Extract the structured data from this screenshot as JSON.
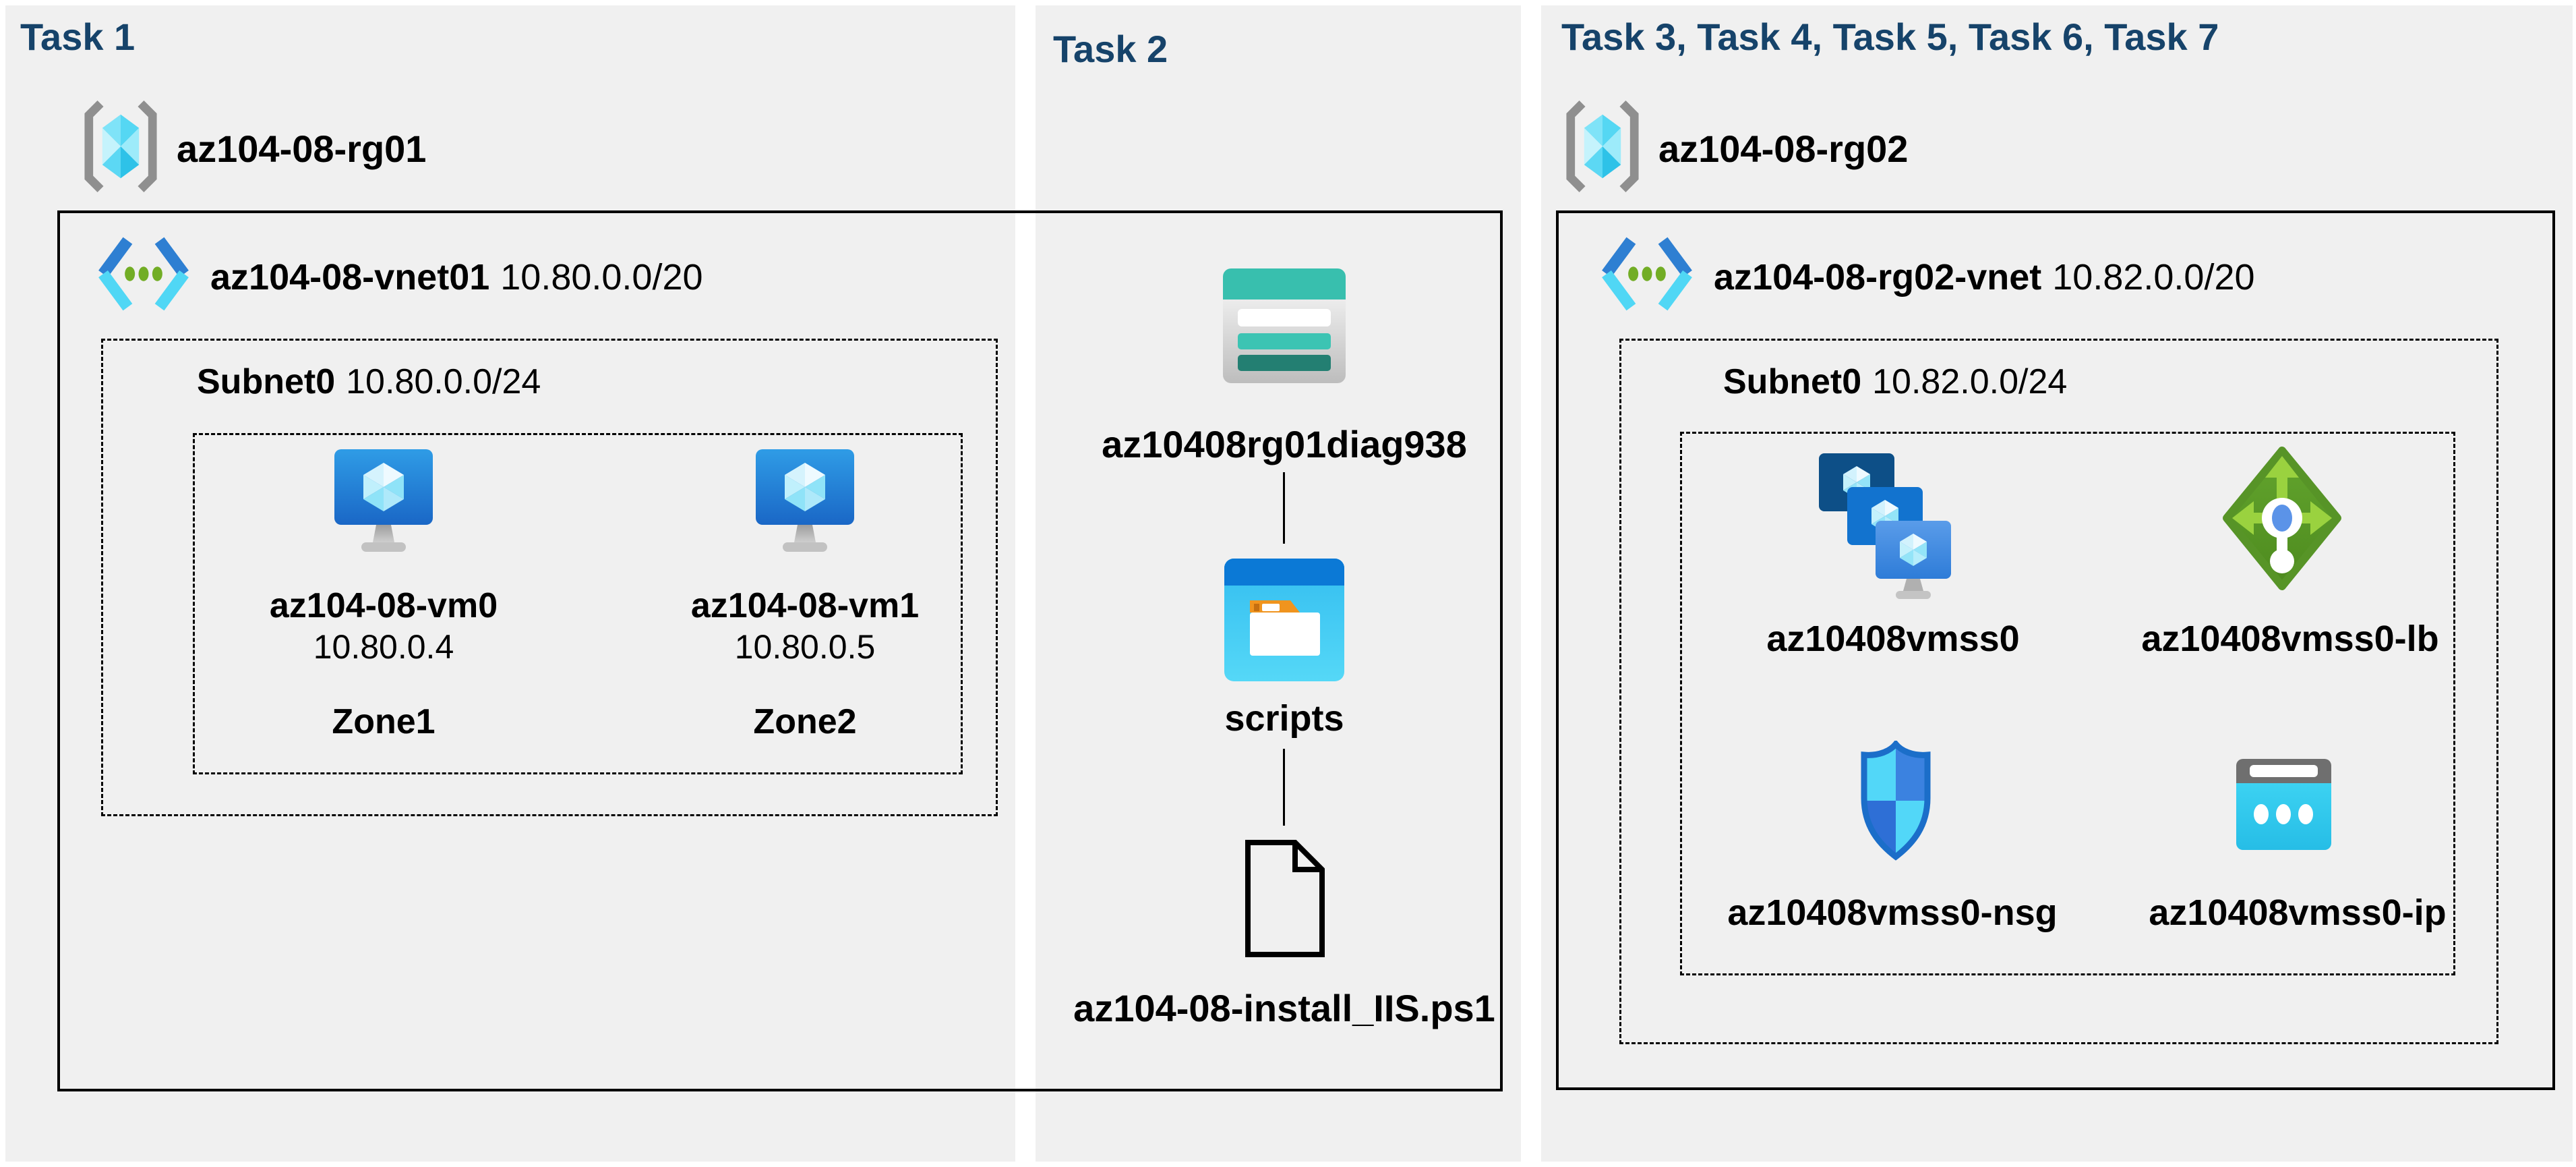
{
  "colors": {
    "page_background": "#ffffff",
    "panel_background": "#f0f0f0",
    "heading_text": "#16436a",
    "label_text": "#000000",
    "box_border": "#000000",
    "vnet_blue": "#2e7fd2",
    "vnet_cyan": "#50d7f5",
    "vnet_green_dots": "#72ad25",
    "vm_screen_blue": "#1f7ed8",
    "storage_teal": "#38bfae",
    "storage_dark_teal": "#237f72",
    "folder_orange": "#f0941e",
    "lb_green": "#579427",
    "nsg_blue": "#1b6ec9",
    "ip_cyan": "#2fc9ee"
  },
  "panels": [
    {
      "title": "Task 1",
      "resource_group": {
        "name": "az104-08-rg01"
      },
      "vnet": {
        "name": "az104-08-vnet01",
        "address_space": "10.80.0.0/20"
      },
      "subnet": {
        "name": "Subnet0",
        "address_range": "10.80.0.0/24"
      },
      "vms": [
        {
          "name": "az104-08-vm0",
          "ip": "10.80.0.4",
          "zone": "Zone1"
        },
        {
          "name": "az104-08-vm1",
          "ip": "10.80.0.5",
          "zone": "Zone2"
        }
      ]
    },
    {
      "title": "Task 2",
      "storage_account": {
        "name": "az10408rg01diag938"
      },
      "container": {
        "name": "scripts"
      },
      "script_file": {
        "name": "az104-08-install_IIS.ps1"
      }
    },
    {
      "title": "Task 3, Task 4, Task 5, Task 6, Task 7",
      "resource_group": {
        "name": "az104-08-rg02"
      },
      "vnet": {
        "name": "az104-08-rg02-vnet",
        "address_space": "10.82.0.0/20"
      },
      "subnet": {
        "name": "Subnet0",
        "address_range": "10.82.0.0/24"
      },
      "resources": [
        {
          "name": "az10408vmss0",
          "type": "virtual-machine-scale-set"
        },
        {
          "name": "az10408vmss0-lb",
          "type": "load-balancer"
        },
        {
          "name": "az10408vmss0-nsg",
          "type": "network-security-group"
        },
        {
          "name": "az10408vmss0-ip",
          "type": "public-ip-address"
        }
      ]
    }
  ]
}
